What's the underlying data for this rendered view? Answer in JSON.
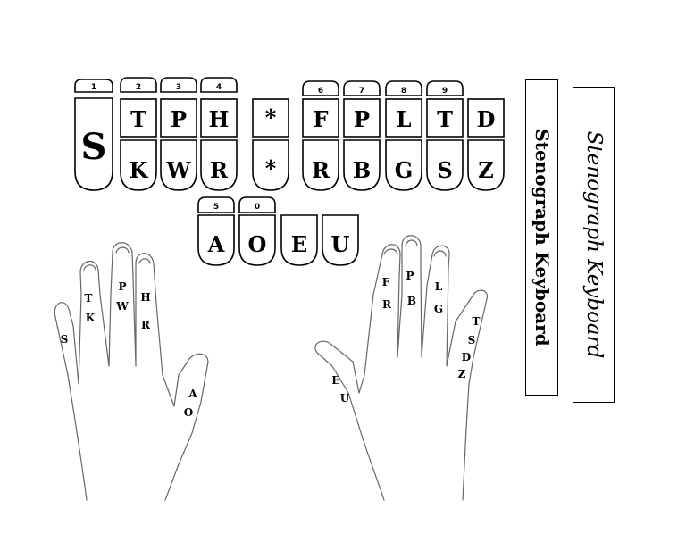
{
  "number_keys": [
    {
      "id": "n1",
      "label": "1"
    },
    {
      "id": "n2",
      "label": "2"
    },
    {
      "id": "n3",
      "label": "3"
    },
    {
      "id": "n4",
      "label": "4"
    },
    {
      "id": "n6",
      "label": "6"
    },
    {
      "id": "n7",
      "label": "7"
    },
    {
      "id": "n8",
      "label": "8"
    },
    {
      "id": "n9",
      "label": "9"
    },
    {
      "id": "n5",
      "label": "5"
    },
    {
      "id": "n0",
      "label": "0"
    }
  ],
  "left_keys": {
    "s": "S",
    "top": [
      "T",
      "P",
      "H"
    ],
    "bottom": [
      "K",
      "W",
      "R"
    ]
  },
  "star_keys": [
    "*",
    "*"
  ],
  "right_keys": {
    "top": [
      "F",
      "P",
      "L",
      "T",
      "D"
    ],
    "bottom": [
      "R",
      "B",
      "G",
      "S",
      "Z"
    ]
  },
  "vowel_keys": [
    "A",
    "O",
    "E",
    "U"
  ],
  "left_hand_labels": {
    "pinky": [
      "S"
    ],
    "ring": [
      "T",
      "K"
    ],
    "middle": [
      "P",
      "W"
    ],
    "index": [
      "H",
      "R"
    ],
    "thumb": [
      "A",
      "O"
    ]
  },
  "right_hand_labels": {
    "thumb": [
      "E",
      "U"
    ],
    "index": [
      "F",
      "R"
    ],
    "middle": [
      "P",
      "B"
    ],
    "ring": [
      "L",
      "G"
    ],
    "pinky": [
      "T",
      "S",
      "D",
      "Z"
    ]
  },
  "titles": {
    "bold": "Stenograph Keyboard",
    "script": "Stenograph Keyboard"
  }
}
